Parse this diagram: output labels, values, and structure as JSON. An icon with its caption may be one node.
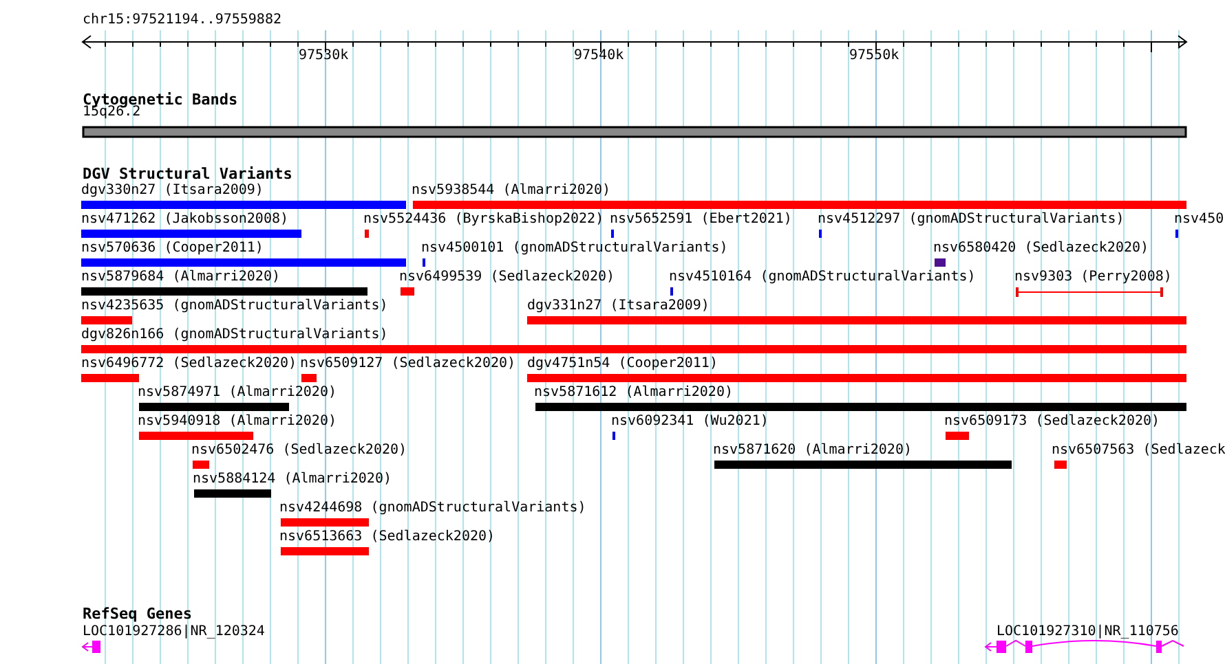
{
  "diagram": {
    "nodes": [
      {
        "text": [
          "15q26.2"
        ]
      },
      {
        "text": [
          "dgv330n27 (Itsara2009)"
        ]
      },
      {
        "text": [
          "nsv5938544 (Almarri2020)"
        ]
      },
      {
        "text": [
          "nsv471262 (Jakobsson2008)"
        ]
      },
      {
        "text": [
          "nsv5524436 (ByrskaBishop2022)"
        ]
      },
      {
        "text": [
          "nsv5652591 (Ebert2021)"
        ]
      },
      {
        "text": [
          "nsv4512297 (gnomADStructuralVariants)"
        ]
      },
      {
        "text": [
          "nsv450"
        ]
      },
      {
        "text": [
          "nsv570636 (Cooper2011)"
        ]
      },
      {
        "text": [
          "nsv4500101 (gnomADStructuralVariants)"
        ]
      },
      {
        "text": [
          "nsv6580420 (Sedlazeck2020)"
        ]
      },
      {
        "text": [
          "nsv5879684 (Almarri2020)"
        ]
      },
      {
        "text": [
          "nsv6499539 (Sedlazeck2020)"
        ]
      },
      {
        "text": [
          "nsv4510164 (gnomADStructuralVariants)"
        ]
      },
      {
        "text": [
          "nsv9303 (Perry2008)"
        ]
      },
      {
        "text": [
          "nsv4235635 (gnomADStructuralVariants)"
        ]
      },
      {
        "text": [
          "dgv331n27 (Itsara2009)"
        ]
      },
      {
        "text": [
          "dgv826n166 (gnomADStructuralVariants)"
        ]
      },
      {
        "text": [
          "nsv6496772 (Sedlazeck2020)"
        ]
      },
      {
        "text": [
          "nsv6509127 (Sedlazeck2020)"
        ]
      },
      {
        "text": [
          "dgv4751n54 (Cooper2011)"
        ]
      },
      {
        "text": [
          "nsv5874971 (Almarri2020)"
        ]
      },
      {
        "text": [
          "nsv5871612 (Almarri2020)"
        ]
      },
      {
        "text": [
          "nsv5940918 (Almarri2020)"
        ]
      },
      {
        "text": [
          "nsv6092341 (Wu2021)"
        ]
      },
      {
        "text": [
          "nsv6509173 (Sedlazeck2020)"
        ]
      },
      {
        "text": [
          "nsv6502476 (Sedlazeck2020)"
        ]
      },
      {
        "text": [
          "nsv5871620 (Almarri2020)"
        ]
      },
      {
        "text": [
          "nsv6507563 (Sedlazeck"
        ]
      },
      {
        "text": [
          "nsv5884124 (Almarri2020)"
        ]
      },
      {
        "text": [
          "nsv4244698 (gnomADStructuralVariants)"
        ]
      },
      {
        "text": [
          "nsv6513663 (Sedlazeck2020)"
        ]
      },
      {
        "text": [
          "LOC101927286|NR_120324"
        ]
      },
      {
        "text": [
          "LOC101927310|NR_110756"
        ]
      }
    ],
    "labels": [
      "chr15:97521194..97559882",
      "97530k",
      "97540k",
      "97550k",
      "Cytogenetic Bands",
      "DGV Structural Variants",
      "RefSeq Genes"
    ]
  }
}
